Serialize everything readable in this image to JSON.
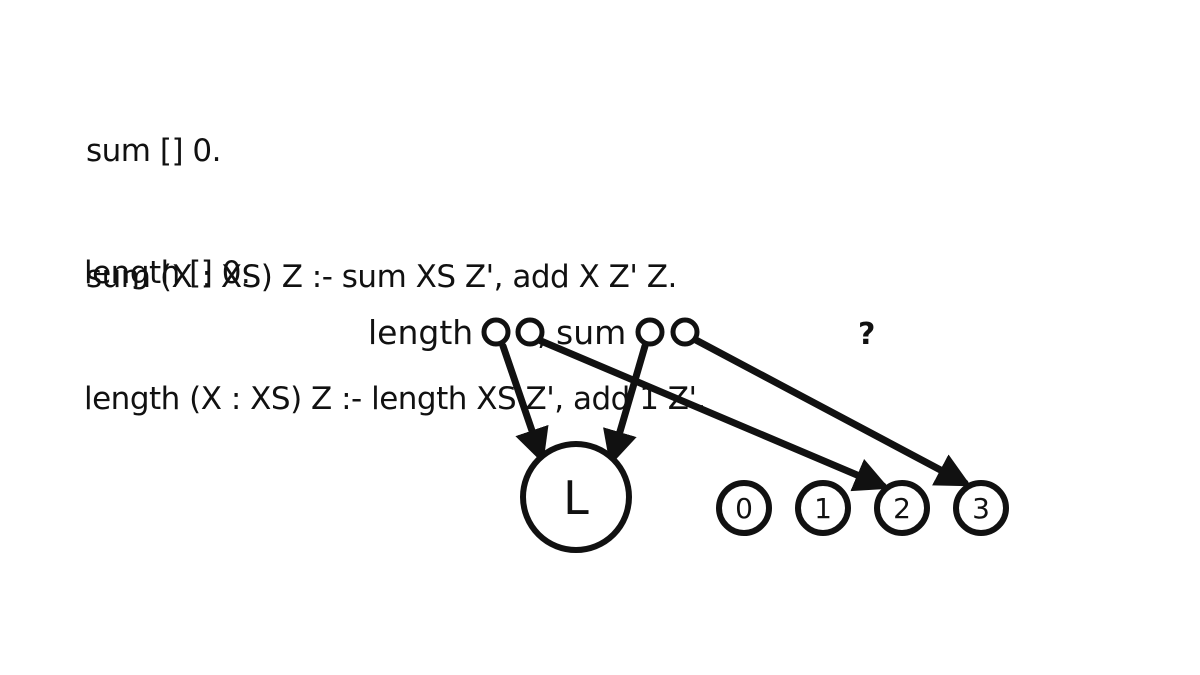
{
  "code": {
    "sum_block": [
      "sum [] 0.",
      "sum (X : XS) Z :- sum XS Z', add X Z' Z."
    ],
    "length_block": [
      "length [] 0.",
      "length (X : XS) Z :- length XS Z', add 1 Z'."
    ]
  },
  "diagram": {
    "term": {
      "first": "length",
      "separator": ",",
      "second": "sum"
    },
    "unknown_marker": "?",
    "list_node_label": "L",
    "value_nodes": [
      "0",
      "1",
      "2",
      "3"
    ],
    "edges": [
      {
        "from": "length-port-1",
        "to": "L"
      },
      {
        "from": "length-port-2",
        "to": "2"
      },
      {
        "from": "sum-port-1",
        "to": "L"
      },
      {
        "from": "sum-port-2",
        "to": "3"
      }
    ],
    "colors": {
      "ink": "#111111",
      "background": "#ffffff"
    }
  }
}
